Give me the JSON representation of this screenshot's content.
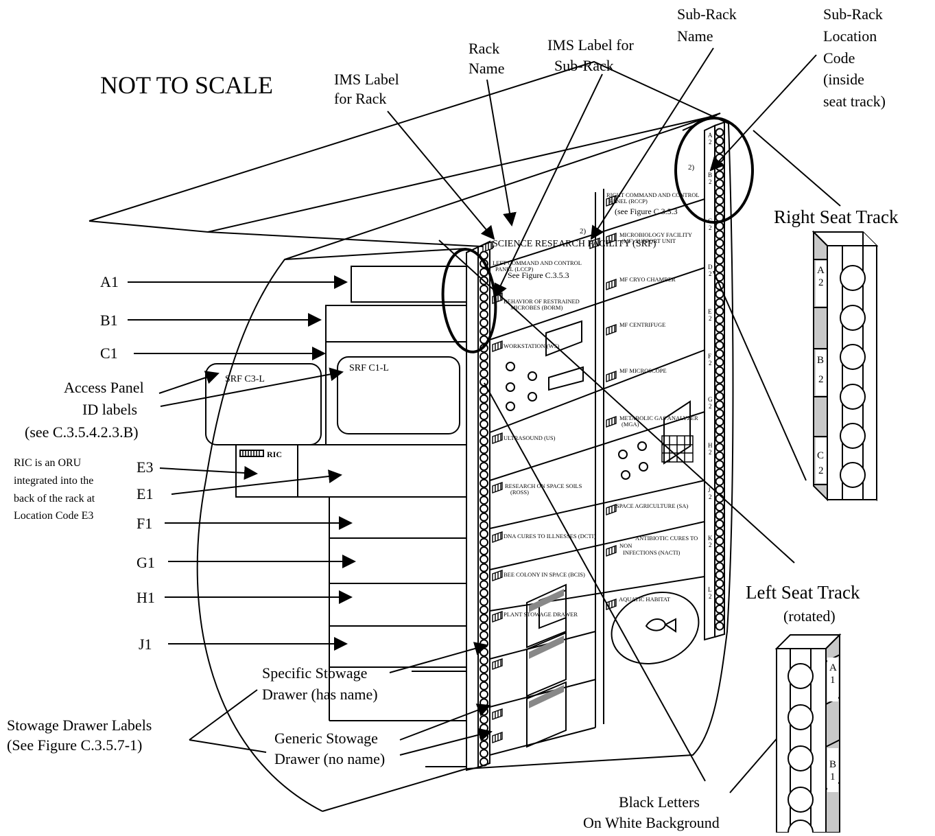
{
  "title": "NOT TO SCALE",
  "callouts": {
    "ims_rack": [
      "IMS Label",
      "for Rack"
    ],
    "rack_name": [
      "Rack",
      "Name"
    ],
    "ims_subrack": [
      "IMS Label for",
      "Sub-Rack"
    ],
    "subrack_name": [
      "Sub-Rack",
      "Name"
    ],
    "subrack_loc": [
      "Sub-Rack",
      "Location",
      "Code",
      "(inside",
      "seat track)"
    ],
    "access_panel": [
      "Access Panel",
      "ID labels",
      "(see C.3.5.4.2.3.B)"
    ],
    "ric_note": [
      "RIC is an ORU",
      "integrated into the",
      "back of the rack at",
      "Location Code E3"
    ],
    "specific_drawer": [
      "Specific Stowage",
      "Drawer (has name)"
    ],
    "generic_drawer": [
      "Generic Stowage",
      "Drawer (no name)"
    ],
    "drawer_labels": [
      "Stowage Drawer Labels",
      "(See Figure C.3.5.7-1)"
    ],
    "black_letters": [
      "Black Letters",
      "On White Background"
    ]
  },
  "location_codes": [
    "A1",
    "B1",
    "C1",
    "E3",
    "E1",
    "F1",
    "G1",
    "H1",
    "J1"
  ],
  "access_panels": [
    "SRF C3-L",
    "SRF C1-L"
  ],
  "ric_label": "RIC",
  "rack_name": "SCIENCE RESEARCH FACILITY (SRF)",
  "left_column": {
    "lccp": [
      "LEFT COMMAND AND CONTROL",
      "PANEL (LCCP)",
      "See Figure C.3.5.3"
    ],
    "borm": [
      "BEHAVIOR OF RESTRAINED",
      "MICROBES (BORM)"
    ],
    "ws": "WORKSTATION (WS)",
    "us": "ULTRASOUND (US)",
    "ross": [
      "RESEARCH ON SPACE SOILS",
      "(ROSS)"
    ],
    "dcti": "DNA CURES TO ILLNESSES (DCTI)",
    "bcis": "BEE COLONY IN SPACE (BCIS)",
    "psd": "PLANT STOWAGE DRAWER"
  },
  "right_column": {
    "rccp": [
      "RIGHT COMMAND AND CONTROL",
      "PANEL (RCCP)",
      "(see Figure C.3.5.3"
    ],
    "mf": [
      "MICROBIOLOGY FACILITY",
      "(MF) SUPPORT UNIT"
    ],
    "cryo": "MF CRYO CHAMBER",
    "cent": "MF CENTRIFUGE",
    "micro": "MF MICROSCOPE",
    "mga": [
      "METABOLIC GAS ANALYZER",
      "(MGA)"
    ],
    "sa": "SPACE AGRICULTURE (SA)",
    "nacti": [
      "ANTIBIOTIC CURES TO",
      "NON",
      "INFECTIONS (NACTI)"
    ],
    "aquatic": "AQUATIC HABITAT"
  },
  "ims_marks": [
    "2)",
    "2)"
  ],
  "right_track_codes": [
    [
      "A",
      "2"
    ],
    [
      "B",
      "2"
    ],
    [
      "C",
      "2"
    ],
    [
      "D",
      "2"
    ],
    [
      "E",
      "2"
    ],
    [
      "F",
      "2"
    ],
    [
      "G",
      "2"
    ],
    [
      "H",
      "2"
    ],
    [
      "J",
      "2"
    ],
    [
      "K",
      "2"
    ],
    [
      "L",
      "2"
    ]
  ],
  "right_seat_track": {
    "title": "Right Seat Track",
    "codes": [
      [
        "A",
        "2"
      ],
      [
        "B",
        "2"
      ],
      [
        "C",
        "2"
      ]
    ]
  },
  "left_seat_track": {
    "title": "Left Seat Track",
    "subtitle": "(rotated)",
    "codes": [
      [
        "A",
        "1"
      ],
      [
        "B",
        "1"
      ]
    ]
  },
  "colors": {
    "ink": "#000000",
    "paper": "#ffffff",
    "shade": "#c8c8c8"
  }
}
